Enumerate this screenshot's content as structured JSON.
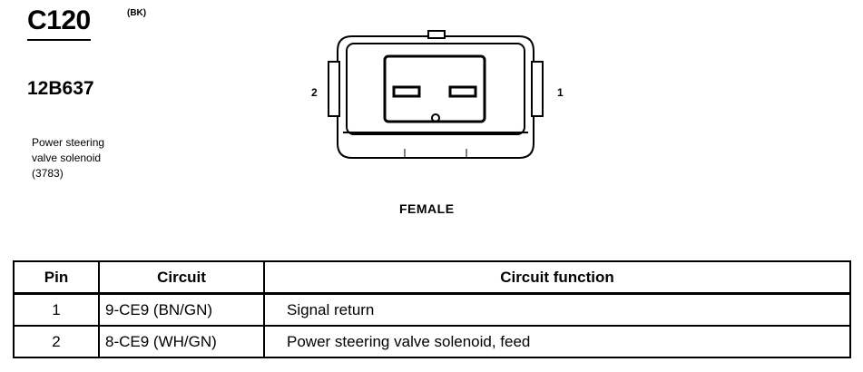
{
  "connector": {
    "id": "C120",
    "color_code": "(BK)",
    "part_number": "12B637",
    "description": [
      "Power steering",
      "valve solenoid",
      "(3783)"
    ],
    "gender": "FEMALE",
    "pin_labels": {
      "left": "2",
      "right": "1"
    }
  },
  "table": {
    "headers": {
      "pin": "Pin",
      "circuit": "Circuit",
      "function": "Circuit function"
    },
    "rows": [
      {
        "pin": "1",
        "circuit": "9-CE9 (BN/GN)",
        "function": "Signal return"
      },
      {
        "pin": "2",
        "circuit": "8-CE9 (WH/GN)",
        "function": "Power steering valve solenoid, feed"
      }
    ]
  }
}
